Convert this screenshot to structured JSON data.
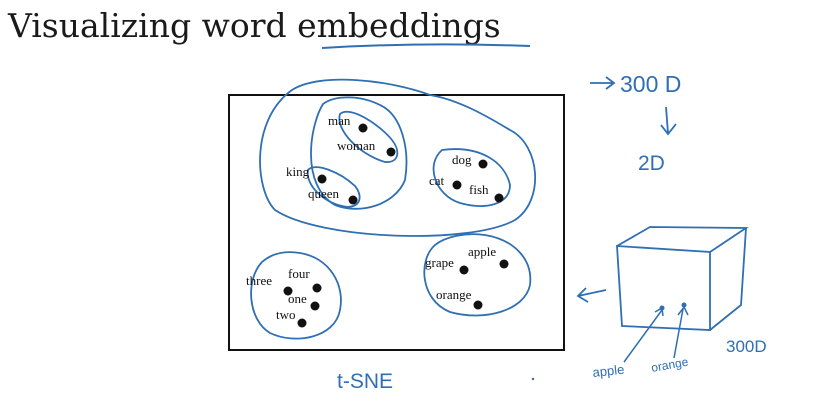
{
  "slide": {
    "title_prefix": "Visualizing word ",
    "title_underlined": "embeddings"
  },
  "plot": {
    "words": {
      "man": "man",
      "woman": "woman",
      "king": "king",
      "queen": "queen",
      "dog": "dog",
      "cat": "cat",
      "fish": "fish",
      "three": "three",
      "four": "four",
      "one": "one",
      "two": "two",
      "grape": "grape",
      "apple": "apple",
      "orange": "orange"
    },
    "caption": "t-SNE"
  },
  "annotations": {
    "dim_high": "300 D",
    "dim_low": "2D",
    "cube_dim": "300D",
    "cube_apple": "apple",
    "cube_orange": "orange"
  },
  "colors": {
    "ink_blue": "#2f6fb3",
    "text": "#111111"
  }
}
